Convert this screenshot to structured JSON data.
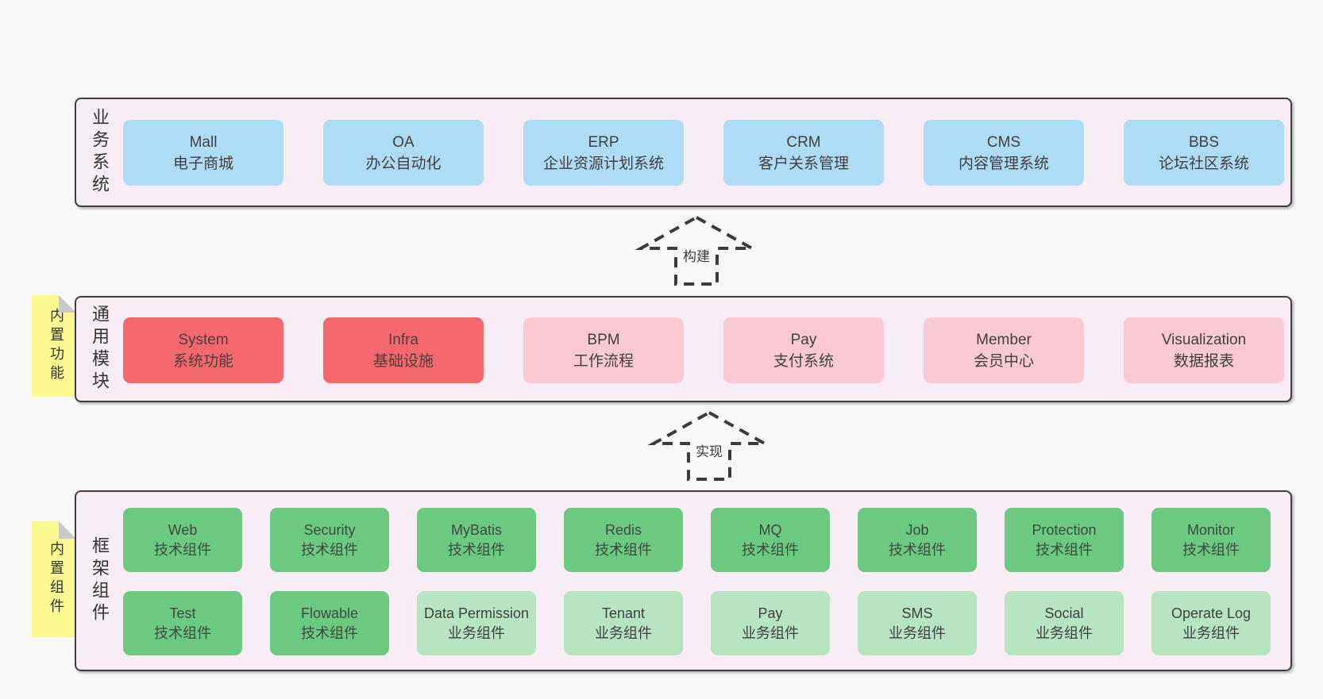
{
  "colors": {
    "pagebg": "#f8f8f8",
    "bandbg": "#f8edf5",
    "border": "#3f3f3f",
    "text": "#3f3f3f",
    "blue": "#aedcf7",
    "red": "#f5696e",
    "pink": "#fbc9d4",
    "green": "#6cca80",
    "greenlight": "#b7e5c1",
    "sticky": "#fbf98f",
    "fold": "#c9c9c9"
  },
  "arrows": [
    {
      "label": "构建"
    },
    {
      "label": "实现"
    }
  ],
  "bands": [
    {
      "label": "业务系统",
      "boxes": [
        {
          "title": "Mall",
          "subtitle": "电子商城",
          "variant": "blue"
        },
        {
          "title": "OA",
          "subtitle": "办公自动化",
          "variant": "blue"
        },
        {
          "title": "ERP",
          "subtitle": "企业资源计划系统",
          "variant": "blue"
        },
        {
          "title": "CRM",
          "subtitle": "客户关系管理",
          "variant": "blue"
        },
        {
          "title": "CMS",
          "subtitle": "内容管理系统",
          "variant": "blue"
        },
        {
          "title": "BBS",
          "subtitle": "论坛社区系统",
          "variant": "blue"
        }
      ]
    },
    {
      "label": "通用模块",
      "note": "内置功能",
      "boxes": [
        {
          "title": "System",
          "subtitle": "系统功能",
          "variant": "red"
        },
        {
          "title": "Infra",
          "subtitle": "基础设施",
          "variant": "red"
        },
        {
          "title": "BPM",
          "subtitle": "工作流程",
          "variant": "pink"
        },
        {
          "title": "Pay",
          "subtitle": "支付系统",
          "variant": "pink"
        },
        {
          "title": "Member",
          "subtitle": "会员中心",
          "variant": "pink"
        },
        {
          "title": "Visualization",
          "subtitle": "数据报表",
          "variant": "pink"
        }
      ]
    },
    {
      "label": "框架组件",
      "note": "内置组件",
      "rows": [
        [
          {
            "title": "Web",
            "subtitle": "技术组件",
            "variant": "green"
          },
          {
            "title": "Security",
            "subtitle": "技术组件",
            "variant": "green"
          },
          {
            "title": "MyBatis",
            "subtitle": "技术组件",
            "variant": "green"
          },
          {
            "title": "Redis",
            "subtitle": "技术组件",
            "variant": "green"
          },
          {
            "title": "MQ",
            "subtitle": "技术组件",
            "variant": "green"
          },
          {
            "title": "Job",
            "subtitle": "技术组件",
            "variant": "green"
          },
          {
            "title": "Protection",
            "subtitle": "技术组件",
            "variant": "green"
          },
          {
            "title": "Monitor",
            "subtitle": "技术组件",
            "variant": "green"
          }
        ],
        [
          {
            "title": "Test",
            "subtitle": "技术组件",
            "variant": "green"
          },
          {
            "title": "Flowable",
            "subtitle": "技术组件",
            "variant": "green"
          },
          {
            "title": "Data Permission",
            "subtitle": "业务组件",
            "variant": "greenlight"
          },
          {
            "title": "Tenant",
            "subtitle": "业务组件",
            "variant": "greenlight"
          },
          {
            "title": "Pay",
            "subtitle": "业务组件",
            "variant": "greenlight"
          },
          {
            "title": "SMS",
            "subtitle": "业务组件",
            "variant": "greenlight"
          },
          {
            "title": "Social",
            "subtitle": "业务组件",
            "variant": "greenlight"
          },
          {
            "title": "Operate Log",
            "subtitle": "业务组件",
            "variant": "greenlight"
          }
        ]
      ]
    }
  ]
}
